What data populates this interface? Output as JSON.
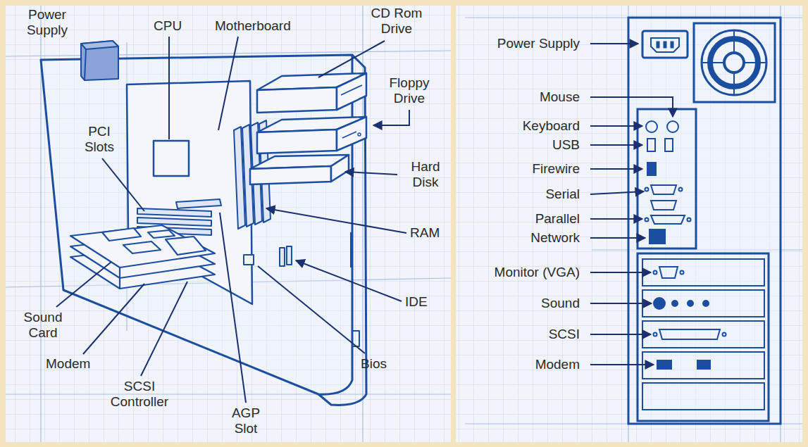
{
  "diagram": {
    "labels": [
      "Power Supply",
      "CPU",
      "Motherboard",
      "CD Rom Drive",
      "Floppy Drive",
      "PCI Slots",
      "Hard Disk",
      "RAM",
      "IDE",
      "Sound Card",
      "Modem",
      "SCSI Controller",
      "AGP Slot",
      "Bios",
      "Power Supply",
      "Mouse",
      "Keyboard",
      "USB",
      "Firewire",
      "Serial",
      "Parallel",
      "Network",
      "Monitor (VGA)",
      "Sound",
      "SCSI",
      "Modem"
    ]
  }
}
